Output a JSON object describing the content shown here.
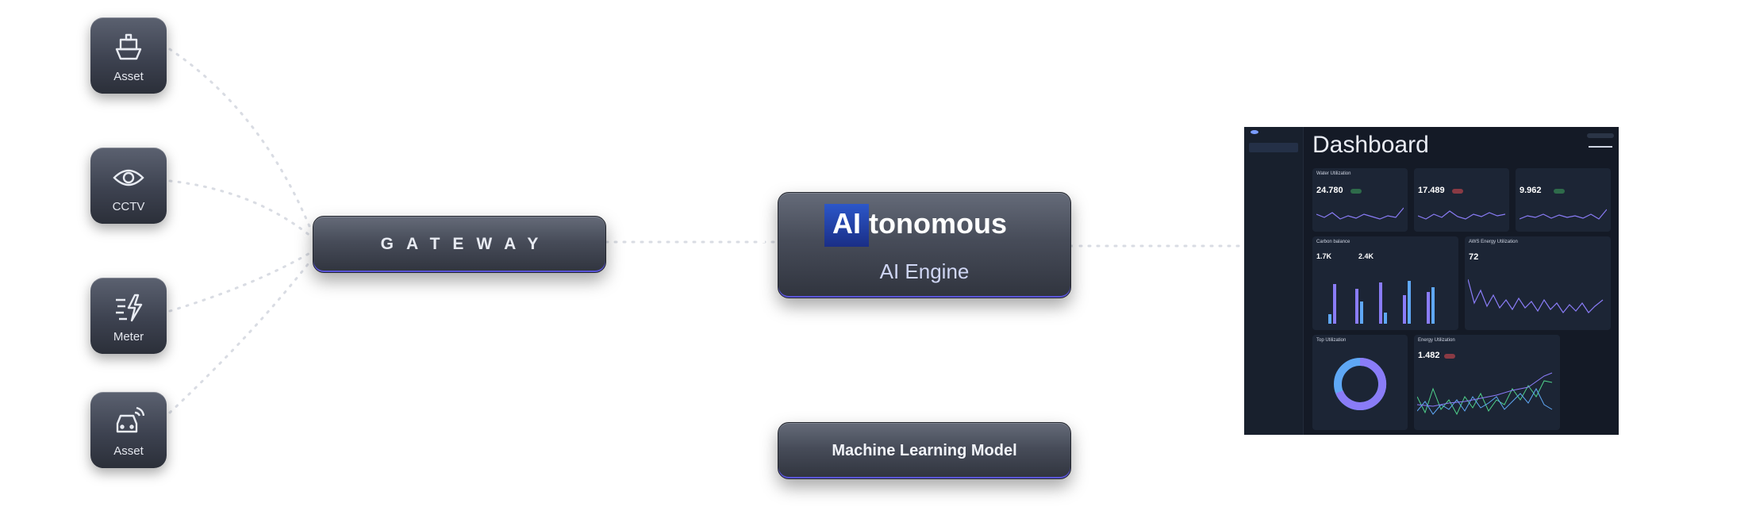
{
  "devices": [
    {
      "icon": "ship-icon",
      "label": "Asset"
    },
    {
      "icon": "eye-icon",
      "label": "CCTV"
    },
    {
      "icon": "meter-icon",
      "label": "Meter"
    },
    {
      "icon": "car-icon",
      "label": "Asset"
    }
  ],
  "gateway": {
    "label": "GATEWAY"
  },
  "engine": {
    "highlight": "AI",
    "title": "AItonomous",
    "title_rest": "tonomous",
    "subtitle": "AI Engine"
  },
  "ml": {
    "label": "Machine Learning Model"
  },
  "dashboard": {
    "title": "Dashboard",
    "cards": {
      "water": {
        "title": "Water Utilization",
        "values": [
          "24.780",
          "17.489",
          "9.962"
        ]
      },
      "carbon": {
        "title": "Carbon balance",
        "values": [
          "1.7K",
          "2.4K"
        ]
      },
      "aws": {
        "title": "AWS Energy Utilization",
        "value": "72"
      },
      "top": {
        "title": "Top Utilization"
      },
      "energy": {
        "title": "Energy Utilization",
        "value": "1.482"
      }
    }
  },
  "colors": {
    "accent": "#5a55d8",
    "box_dark": "#30343e",
    "dash_bg": "#141a26",
    "chart_purple": "#8a7cf7",
    "chart_blue": "#5fa8f5",
    "chart_green": "#4fd18b"
  }
}
